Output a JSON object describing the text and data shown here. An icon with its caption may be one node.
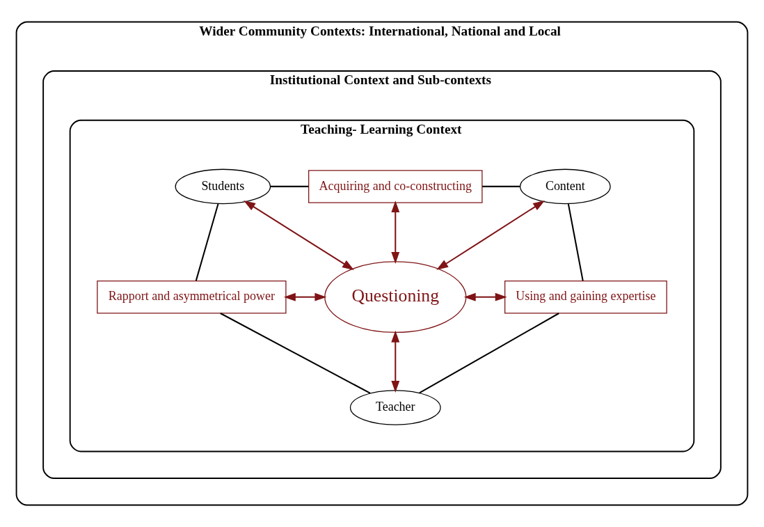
{
  "diagram": {
    "nodes": [
      {
        "text": [
          "Wider Community Contexts: International, National and Local"
        ]
      },
      {
        "text": [
          "Institutional Context and Sub-contexts"
        ],
        "in": 0
      },
      {
        "text": [
          "Teaching- Learning Context"
        ],
        "in": 1
      },
      {
        "text": [
          "Students"
        ],
        "in": 2
      },
      {
        "text": [
          "Acquiring and co-constructing"
        ],
        "in": 2
      },
      {
        "text": [
          "Content"
        ],
        "in": 2
      },
      {
        "text": [
          "Rapport and asymmetrical power"
        ],
        "in": 2
      },
      {
        "text": [
          "Questioning"
        ],
        "in": 2
      },
      {
        "text": [
          "Using and gaining expertise"
        ],
        "in": 2
      },
      {
        "text": [
          "Teacher"
        ],
        "in": 2
      }
    ],
    "edges": [
      {
        "from": 3,
        "to": 4,
        "arrow": "none"
      },
      {
        "from": 4,
        "to": 5,
        "arrow": "none"
      },
      {
        "from": 3,
        "to": 6,
        "arrow": "none"
      },
      {
        "from": 5,
        "to": 8,
        "arrow": "none"
      },
      {
        "from": 3,
        "to": 7,
        "arrow": "both",
        "color": "#7f1416"
      },
      {
        "from": 4,
        "to": 7,
        "arrow": "both",
        "color": "#7f1416"
      },
      {
        "from": 5,
        "to": 7,
        "arrow": "both",
        "color": "#7f1416"
      },
      {
        "from": 6,
        "to": 7,
        "arrow": "both",
        "color": "#7f1416"
      },
      {
        "from": 7,
        "to": 8,
        "arrow": "both",
        "color": "#7f1416"
      },
      {
        "from": 6,
        "to": 9,
        "arrow": "none"
      },
      {
        "from": 8,
        "to": 9,
        "arrow": "none"
      },
      {
        "from": 7,
        "to": 9,
        "arrow": "both",
        "color": "#7f1416"
      }
    ]
  }
}
